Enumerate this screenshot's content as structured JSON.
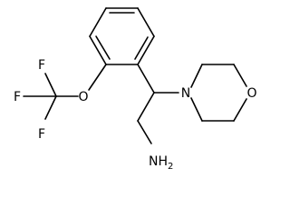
{
  "molecule": {
    "atoms": {
      "f1": "F",
      "f2": "F",
      "f3": "F",
      "o_ether": "O",
      "n_morpholine": "N",
      "o_morpholine": "O",
      "amine": "NH",
      "amine_sub": "2"
    }
  }
}
